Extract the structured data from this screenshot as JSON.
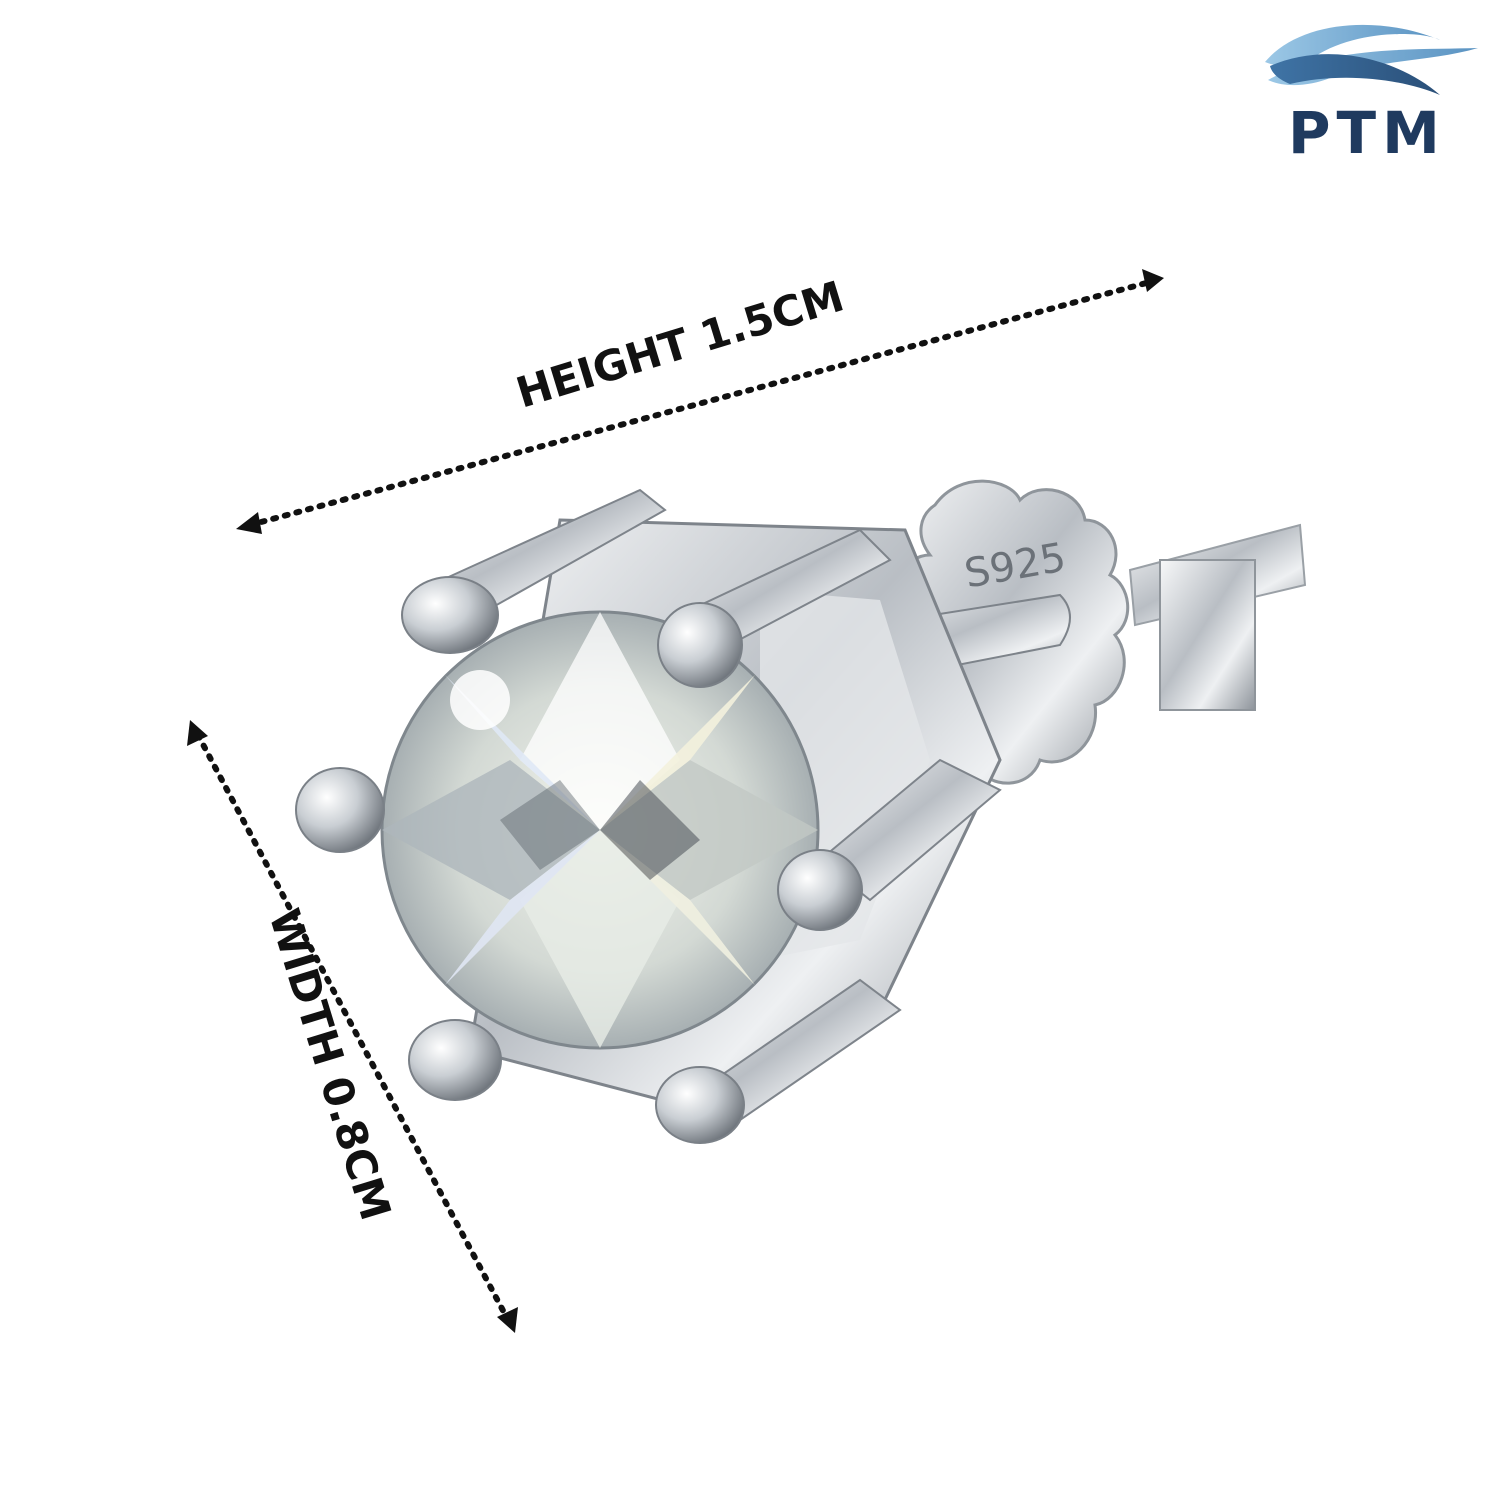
{
  "logo": {
    "text": "PTM",
    "wave_colors": [
      "#7fb6d9",
      "#3a6f9e",
      "#2a4f78"
    ],
    "text_color": "#1f3a5f"
  },
  "dimensions": {
    "height_label": "HEIGHT 1.5CM",
    "width_label": "WIDTH 0.8CM"
  },
  "product": {
    "stamp": "S925",
    "metal_color": "#c8cdd2",
    "stone_color": "#e9efe8"
  }
}
